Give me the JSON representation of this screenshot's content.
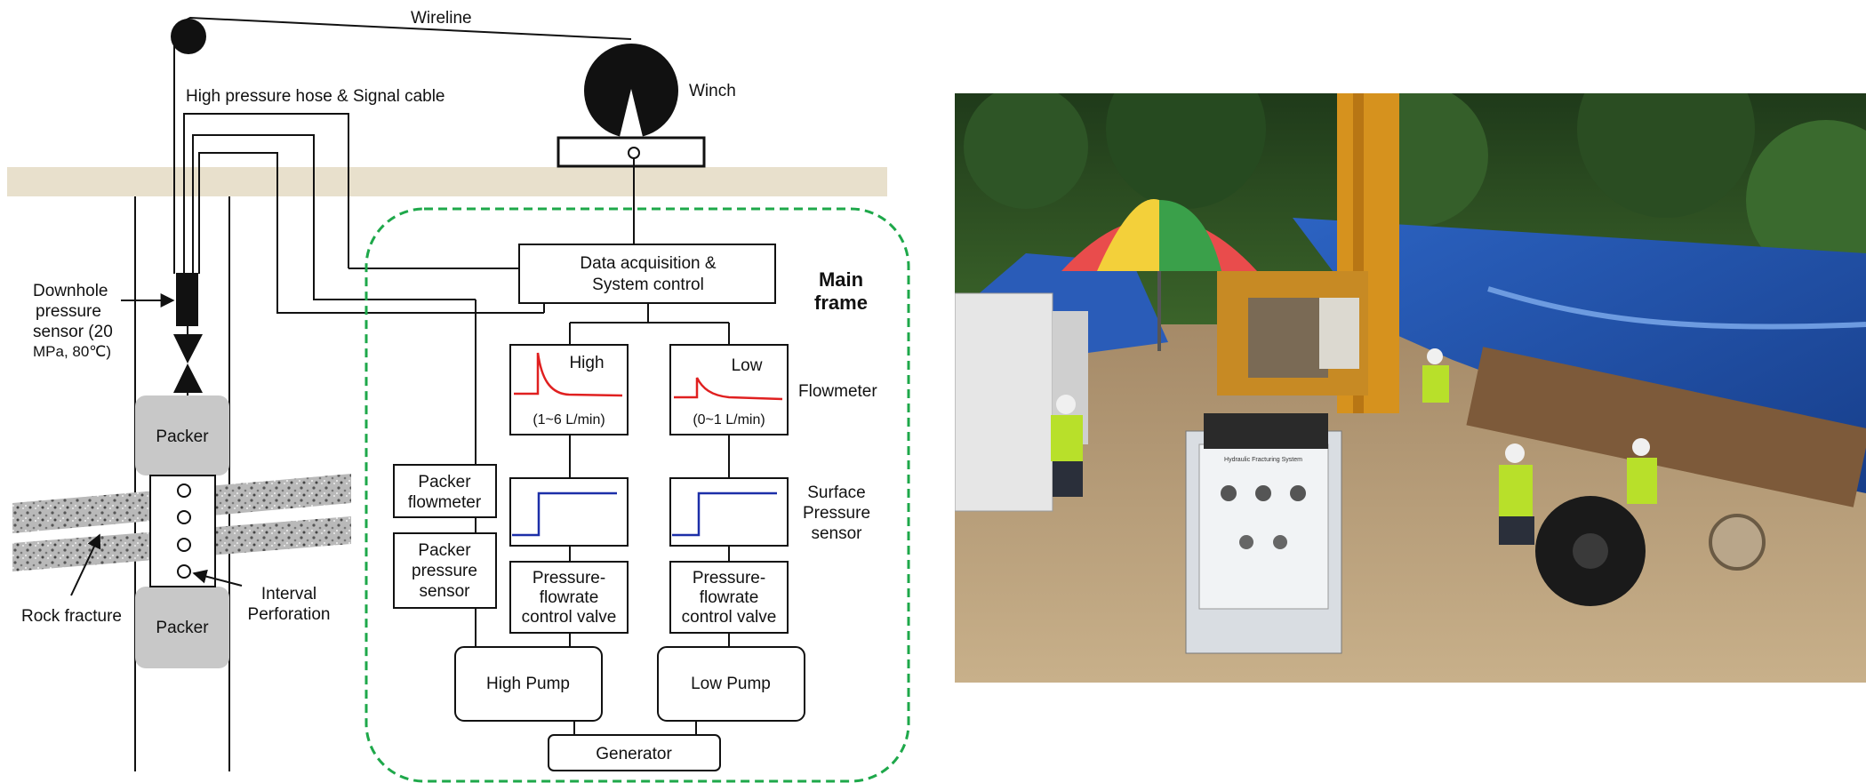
{
  "diagram": {
    "wireline": "Wireline",
    "winch": "Winch",
    "hose_cable": "High pressure hose & Signal cable",
    "downhole_sensor_lines": [
      "Downhole",
      "pressure",
      "sensor (20",
      "MPa, 80℃)"
    ],
    "packer_top": "Packer",
    "packer_bottom": "Packer",
    "rock_fracture": "Rock fracture",
    "interval_perforation_lines": [
      "Interval",
      "Perforation"
    ],
    "main_frame_lines": [
      "Main",
      "frame"
    ],
    "data_acquisition_lines": [
      "Data acquisition &",
      "System control"
    ],
    "flowmeter_high_label": "High",
    "flowmeter_high_range": "(1~6 L/min)",
    "flowmeter_low_label": "Low",
    "flowmeter_low_range": "(0~1 L/min)",
    "flowmeter": "Flowmeter",
    "surface_pressure_lines": [
      "Surface",
      "Pressure",
      "sensor"
    ],
    "packer_flowmeter_lines": [
      "Packer",
      "flowmeter"
    ],
    "packer_pressure_lines": [
      "Packer",
      "pressure",
      "sensor"
    ],
    "valve_high_lines": [
      "Pressure-",
      "flowrate",
      "control valve"
    ],
    "valve_low_lines": [
      "Pressure-",
      "flowrate",
      "control valve"
    ],
    "high_pump": "High Pump",
    "low_pump": "Low Pump",
    "generator": "Generator"
  },
  "colors": {
    "main_frame": "#1ea84a",
    "flow_curve": "#e02020",
    "pressure_curve": "#1c2fa8",
    "packer": "#c8c8c8",
    "ground": "#e8e0cc"
  },
  "photo": {
    "panel_sign": "Hydraulic Fracturing System"
  }
}
